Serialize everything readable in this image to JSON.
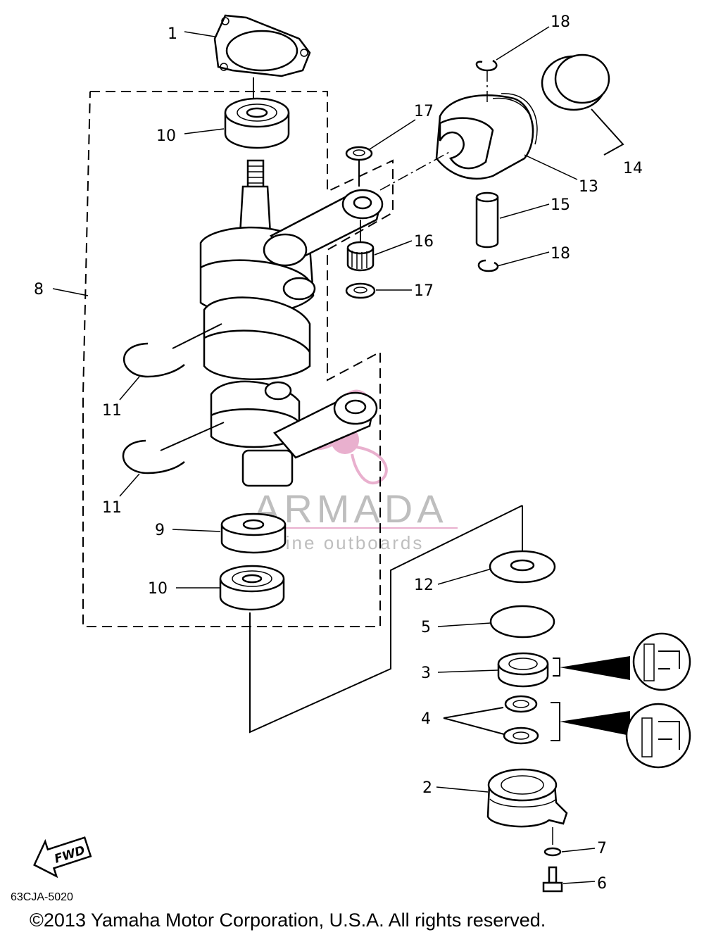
{
  "diagram_code": "63CJA-5020",
  "copyright": "©2013 Yamaha Motor Corporation, U.S.A. All rights reserved.",
  "watermark": {
    "brand": "ARMADA",
    "tagline": "marine outboards",
    "color": "#e6a3c6"
  },
  "fwd_label": "FWD",
  "callouts": {
    "c1": "1",
    "c2": "2",
    "c3": "3",
    "c4": "4",
    "c5": "5",
    "c6": "6",
    "c7": "7",
    "c8": "8",
    "c9": "9",
    "c10a": "10",
    "c10b": "10",
    "c11a": "11",
    "c11b": "11",
    "c12": "12",
    "c13": "13",
    "c14": "14",
    "c15": "15",
    "c16": "16",
    "c17a": "17",
    "c17b": "17",
    "c18a": "18",
    "c18b": "18"
  }
}
